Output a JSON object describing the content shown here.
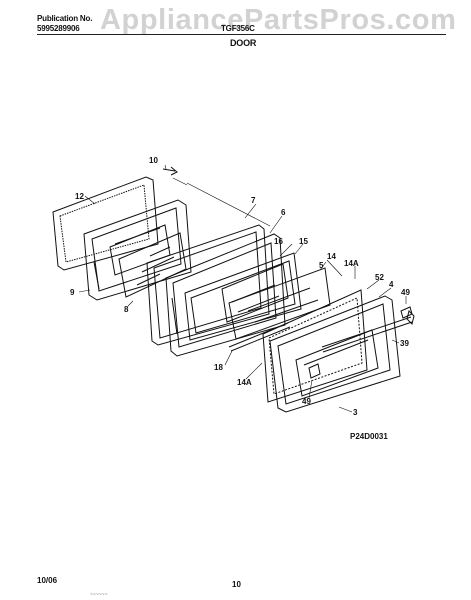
{
  "header": {
    "publication_label": "Publication No.",
    "publication_number": "5995289906",
    "model": "TGF356C",
    "section_title": "DOOR"
  },
  "watermark": "AppliancePartsPros.com",
  "callouts": [
    "10",
    "12",
    "7",
    "6",
    "16",
    "15",
    "5",
    "14",
    "14A",
    "52",
    "4",
    "49",
    "9",
    "8",
    "39",
    "18",
    "14A",
    "49",
    "3"
  ],
  "figure_id": "P24D0031",
  "footer": {
    "date": "10/06",
    "page": "10",
    "mark": "~~~~~~"
  }
}
